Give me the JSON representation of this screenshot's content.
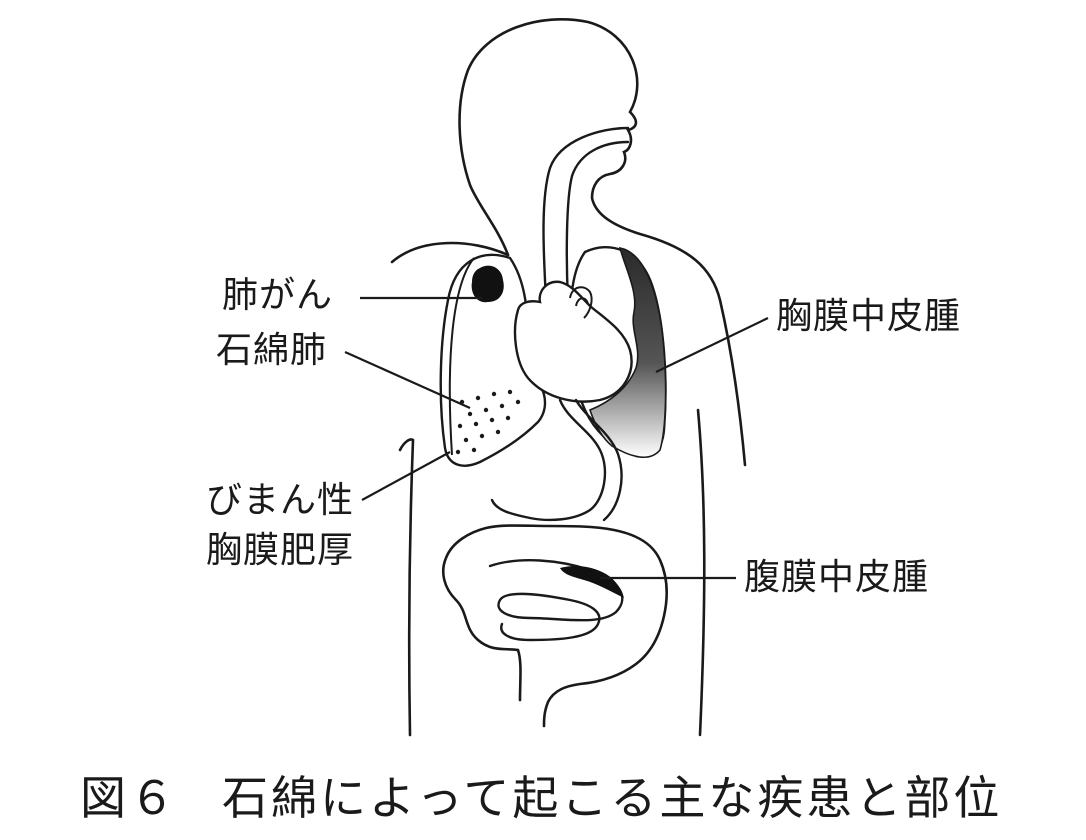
{
  "labels": {
    "lung_cancer": "肺がん",
    "asbestosis": "石綿肺",
    "pleural_thickening_line1": "びまん性",
    "pleural_thickening_line2": "胸膜肥厚",
    "pleural_mesothelioma": "胸膜中皮腫",
    "peritoneal_mesothelioma": "腹膜中皮腫"
  },
  "caption": {
    "figure_number": "図６",
    "title": "石綿によって起こる主な疾患と部位"
  },
  "colors": {
    "ink": "#1a1a1a",
    "background": "#ffffff"
  }
}
